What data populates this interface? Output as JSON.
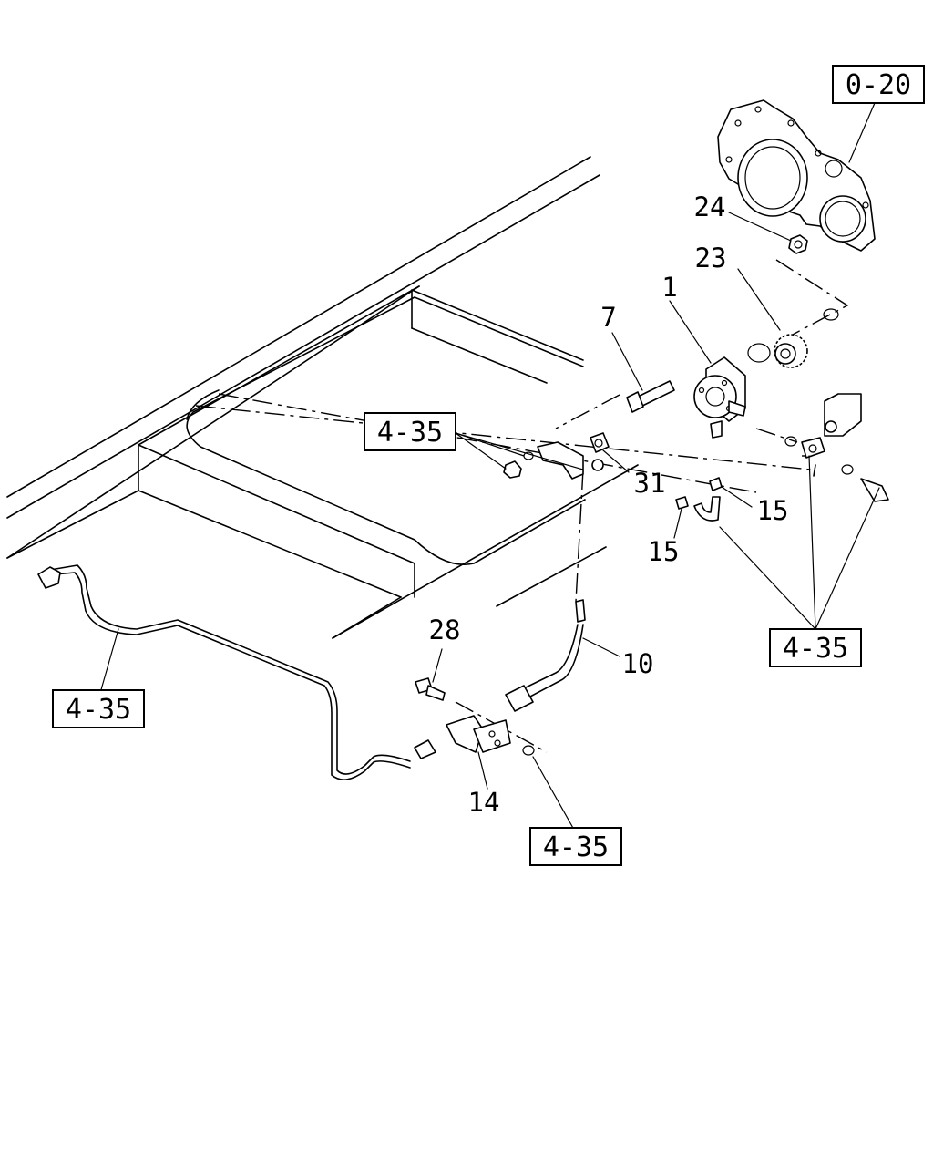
{
  "diagram": {
    "part_numbers": {
      "p1": "1",
      "p7": "7",
      "p10": "10",
      "p14": "14",
      "p15a": "15",
      "p15b": "15",
      "p23": "23",
      "p24": "24",
      "p28": "28",
      "p31": "31"
    },
    "references": {
      "ref_top": "0-20",
      "ref_mid_left": "4-35",
      "ref_right": "4-35",
      "ref_left": "4-35",
      "ref_bottom": "4-35"
    }
  }
}
